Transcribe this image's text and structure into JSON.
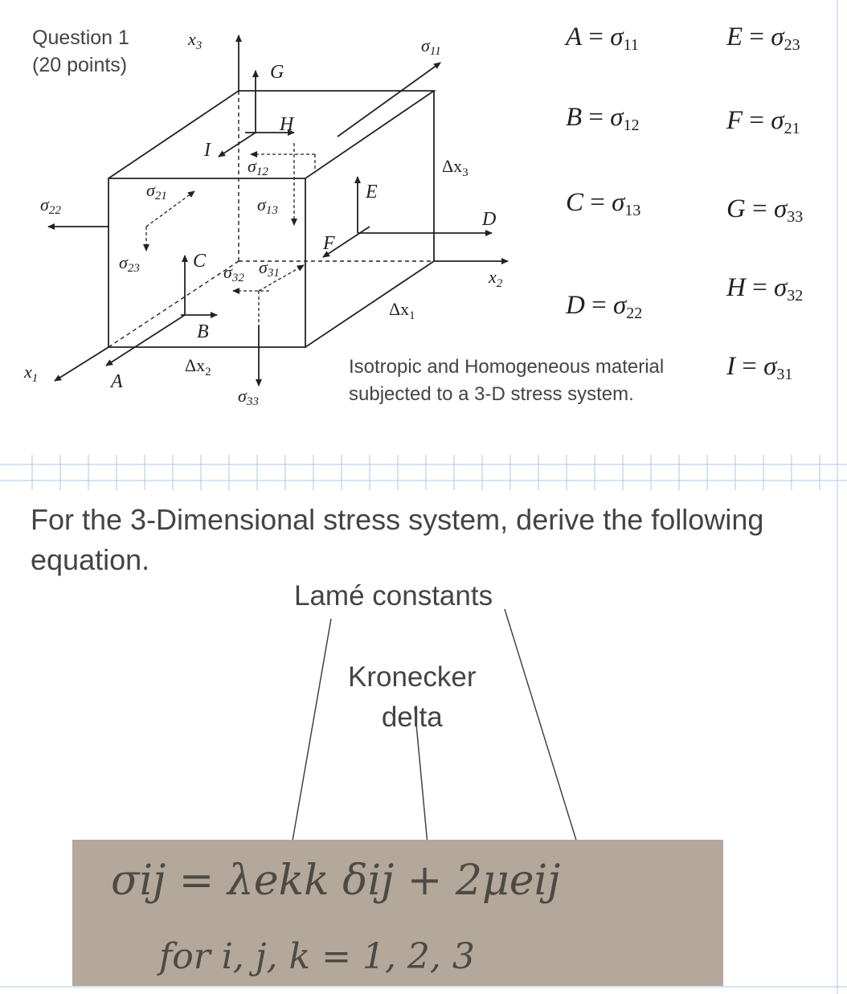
{
  "question": {
    "title": "Question 1",
    "points": "(20 points)"
  },
  "diagram": {
    "axes": {
      "x1": "x",
      "x1_sub": "1",
      "x2": "x",
      "x2_sub": "2",
      "x3": "x",
      "x3_sub": "3"
    },
    "dimensions": {
      "dx1": "Δx",
      "dx1_sub": "1",
      "dx2": "Δx",
      "dx2_sub": "2",
      "dx3": "Δx",
      "dx3_sub": "3"
    },
    "arrow_letters": [
      "A",
      "B",
      "C",
      "D",
      "E",
      "F",
      "G",
      "H",
      "I"
    ],
    "stress_labels": [
      {
        "sym": "σ",
        "sub": "11"
      },
      {
        "sym": "σ",
        "sub": "12"
      },
      {
        "sym": "σ",
        "sub": "13"
      },
      {
        "sym": "σ",
        "sub": "21"
      },
      {
        "sym": "σ",
        "sub": "22"
      },
      {
        "sym": "σ",
        "sub": "23"
      },
      {
        "sym": "σ",
        "sub": "31"
      },
      {
        "sym": "σ",
        "sub": "32"
      },
      {
        "sym": "σ",
        "sub": "33"
      }
    ]
  },
  "legend": [
    {
      "letter": "A",
      "sub": "11"
    },
    {
      "letter": "E",
      "sub": "23"
    },
    {
      "letter": "B",
      "sub": "12"
    },
    {
      "letter": "F",
      "sub": "21"
    },
    {
      "letter": "C",
      "sub": "13"
    },
    {
      "letter": "G",
      "sub": "33"
    },
    {
      "letter": "H",
      "sub": "32"
    },
    {
      "letter": "D",
      "sub": "22"
    },
    {
      "letter": "I",
      "sub": "31"
    }
  ],
  "legend_equals": "=",
  "legend_sigma": "σ",
  "material_note": "Isotropic and Homogeneous material subjected to a 3-D stress system.",
  "prompt": "For the 3-Dimensional stress system, derive the following equation.",
  "annotations": {
    "lame": "Lamé constants",
    "kronecker_line1": "Kronecker",
    "kronecker_line2": "delta"
  },
  "handwritten": {
    "equation": "σij = λekk δij + 2μeij",
    "condition": "for i, j, k = 1, 2, 3"
  },
  "colors": {
    "text": "#444444",
    "grid": "#a8c8e8",
    "photo_bg": "#b3a89a",
    "ink": "#4d4a45"
  }
}
